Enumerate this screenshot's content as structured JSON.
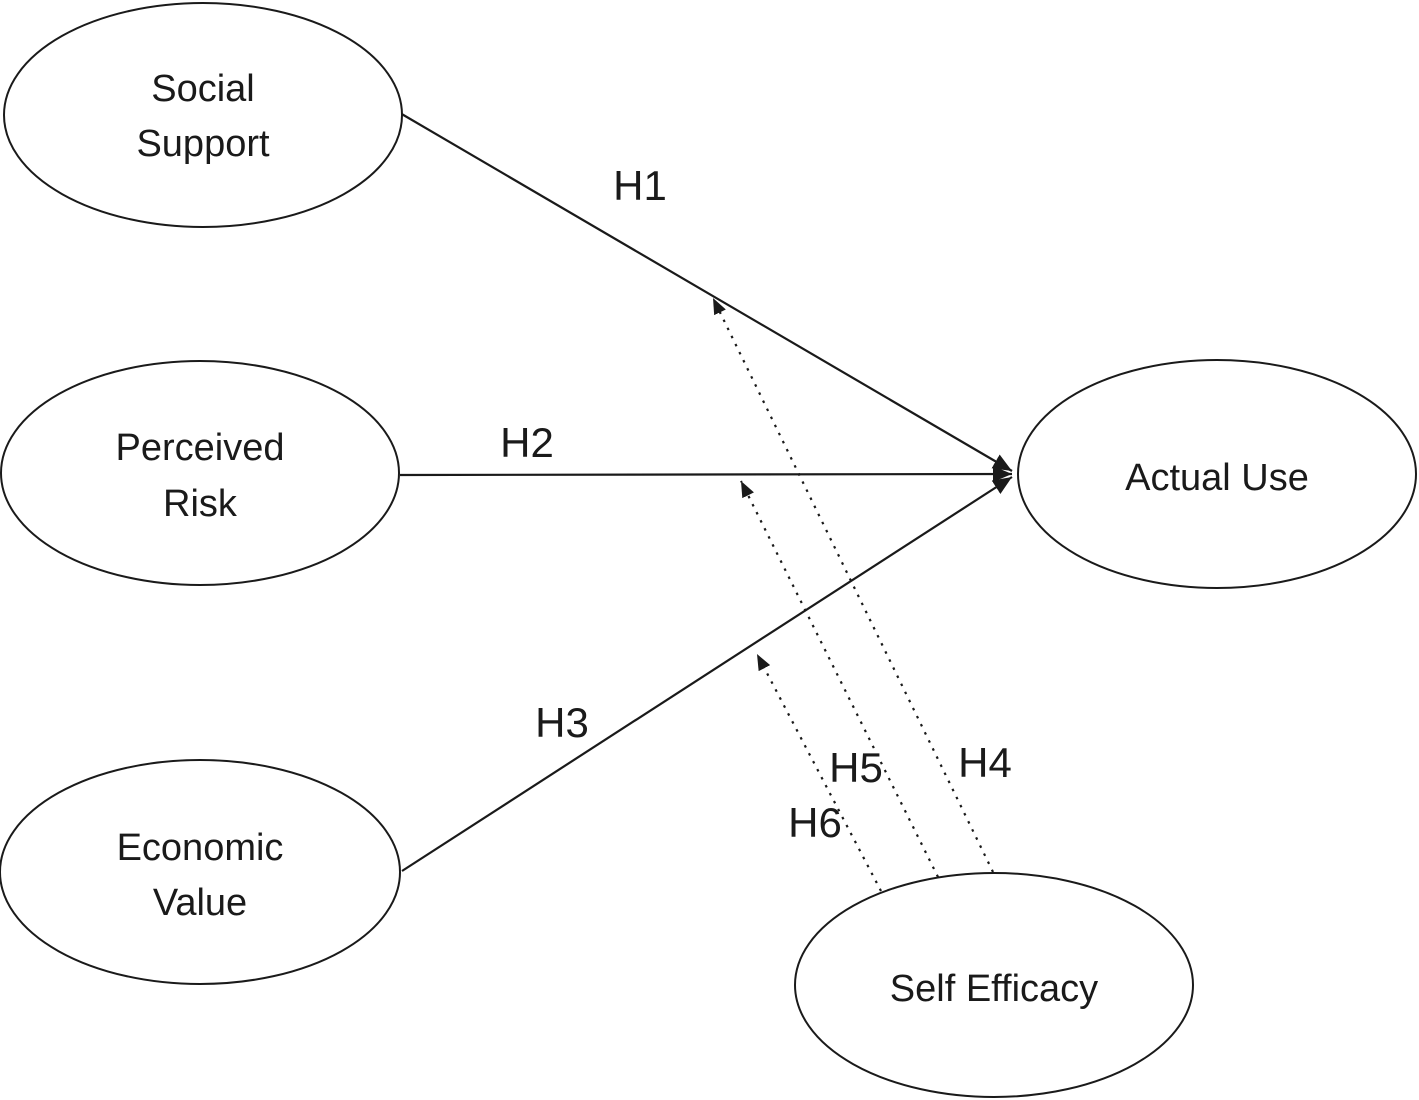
{
  "figure": {
    "background_color": "#ffffff",
    "line_color": "#1a1a1a",
    "type": "research-model-path-diagram"
  },
  "nodes": {
    "social_support": {
      "lines": [
        "Social",
        "Support"
      ]
    },
    "perceived_risk": {
      "lines": [
        "Perceived",
        "Risk"
      ]
    },
    "economic_value": {
      "lines": [
        "Economic",
        "Value"
      ]
    },
    "actual_use": {
      "lines": [
        "Actual Use"
      ]
    },
    "self_efficacy": {
      "lines": [
        "Self Efficacy"
      ]
    }
  },
  "hypotheses": {
    "h1": {
      "label": "H1",
      "from": "Social Support",
      "to": "Actual Use",
      "style": "solid"
    },
    "h2": {
      "label": "H2",
      "from": "Perceived Risk",
      "to": "Actual Use",
      "style": "solid"
    },
    "h3": {
      "label": "H3",
      "from": "Economic Value",
      "to": "Actual Use",
      "style": "solid"
    },
    "h4": {
      "label": "H4",
      "from": "Self Efficacy",
      "to": "H1 path",
      "style": "dotted"
    },
    "h5": {
      "label": "H5",
      "from": "Self Efficacy",
      "to": "H2 path",
      "style": "dotted"
    },
    "h6": {
      "label": "H6",
      "from": "Self Efficacy",
      "to": "H3 path",
      "style": "dotted"
    }
  }
}
